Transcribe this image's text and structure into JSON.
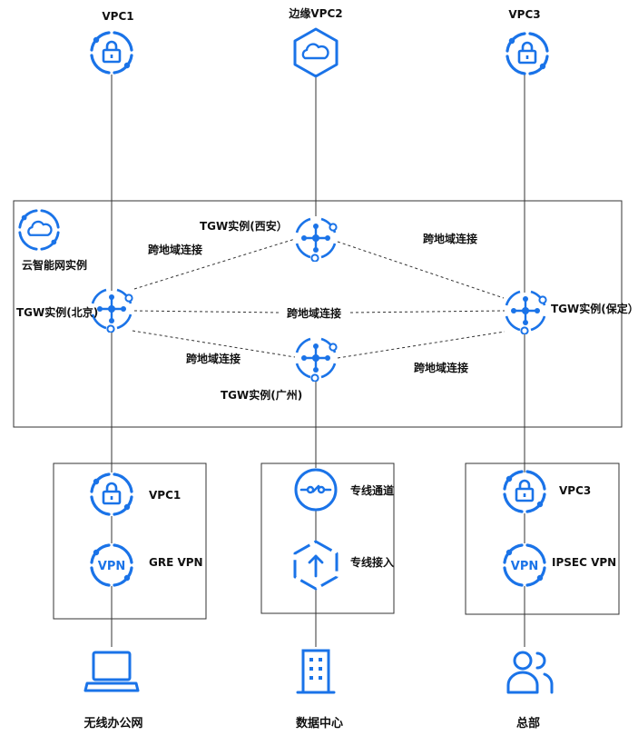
{
  "colors": {
    "icon_blue": "#1a73e8",
    "line": "#333333",
    "box": "#333333"
  },
  "top": {
    "vpc1": {
      "label": "VPC1",
      "icon": "lock-icon"
    },
    "edge_vpc2": {
      "label": "边缘VPC2",
      "icon": "cloud-hexagon-icon"
    },
    "vpc3": {
      "label": "VPC3",
      "icon": "lock-icon"
    }
  },
  "cloud_network": {
    "label": "云智能网实例",
    "icon": "cloud-icon",
    "tgw": {
      "xian": "TGW实例(西安）",
      "beijing": "TGW实例(北京)",
      "baoding": "TGW实例(保定）",
      "guangzhou": "TGW实例(广州)"
    },
    "links": {
      "beijing_xian": "跨地域连接",
      "xian_baoding": "跨地域连接",
      "beijing_baoding": "跨地域连接",
      "beijing_guangzhou": "跨地域连接",
      "guangzhou_baoding": "跨地域连接"
    }
  },
  "sites": {
    "left": {
      "vpc_label": "VPC1",
      "vpn_label": "GRE VPN",
      "site_label": "无线办公网",
      "site_icon": "laptop-icon"
    },
    "middle": {
      "channel_label": "专线通道",
      "access_label": "专线接入",
      "site_label": "数据中心",
      "site_icon": "building-icon"
    },
    "right": {
      "vpc_label": "VPC3",
      "vpn_label": "IPSEC VPN",
      "site_label": "总部",
      "site_icon": "users-icon"
    }
  }
}
